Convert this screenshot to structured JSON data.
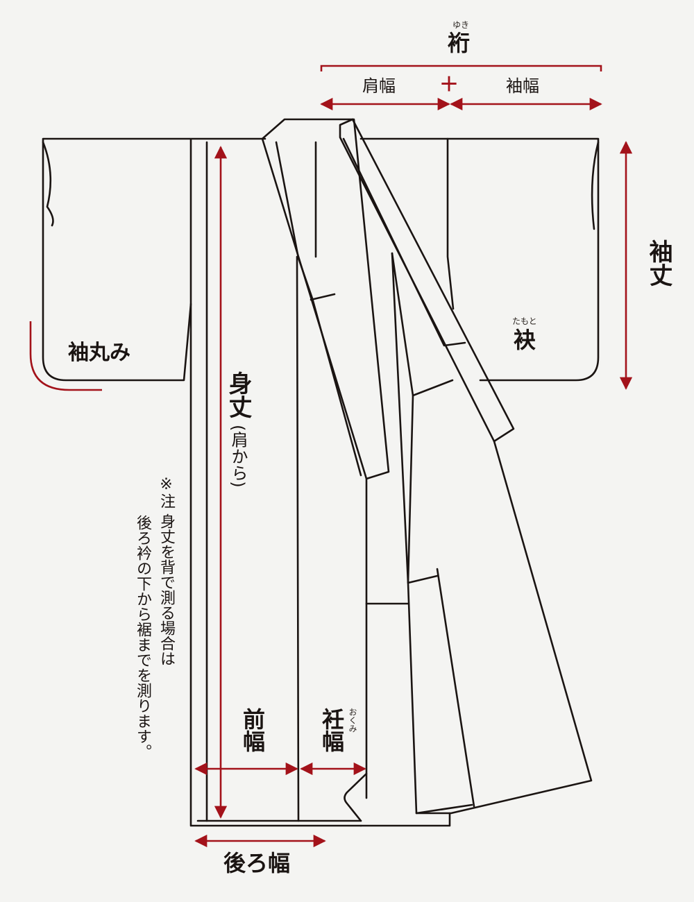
{
  "labels": {
    "yuki": "裄",
    "yuki_ruby": "ゆき",
    "katahaba": "肩幅",
    "plus": "＋",
    "sodehaba": "袖幅",
    "sodetake": "袖丈",
    "tamoto": "袂",
    "tamoto_ruby": "たもと",
    "sodemarumi": "袖丸み",
    "mitake": "身丈",
    "mitake_note": "(肩から)",
    "note_line1": "※注 身丈を背で測る場合は",
    "note_line2": "後ろ衿の下から裾までを測ります。",
    "maehaba": "前幅",
    "okumihaba": "衽幅",
    "okumi_ruby": "おくみ",
    "ushirohaba": "後ろ幅"
  },
  "colors": {
    "accent": "#a3121a",
    "line": "#1a1412",
    "background": "#f4f4f2"
  }
}
